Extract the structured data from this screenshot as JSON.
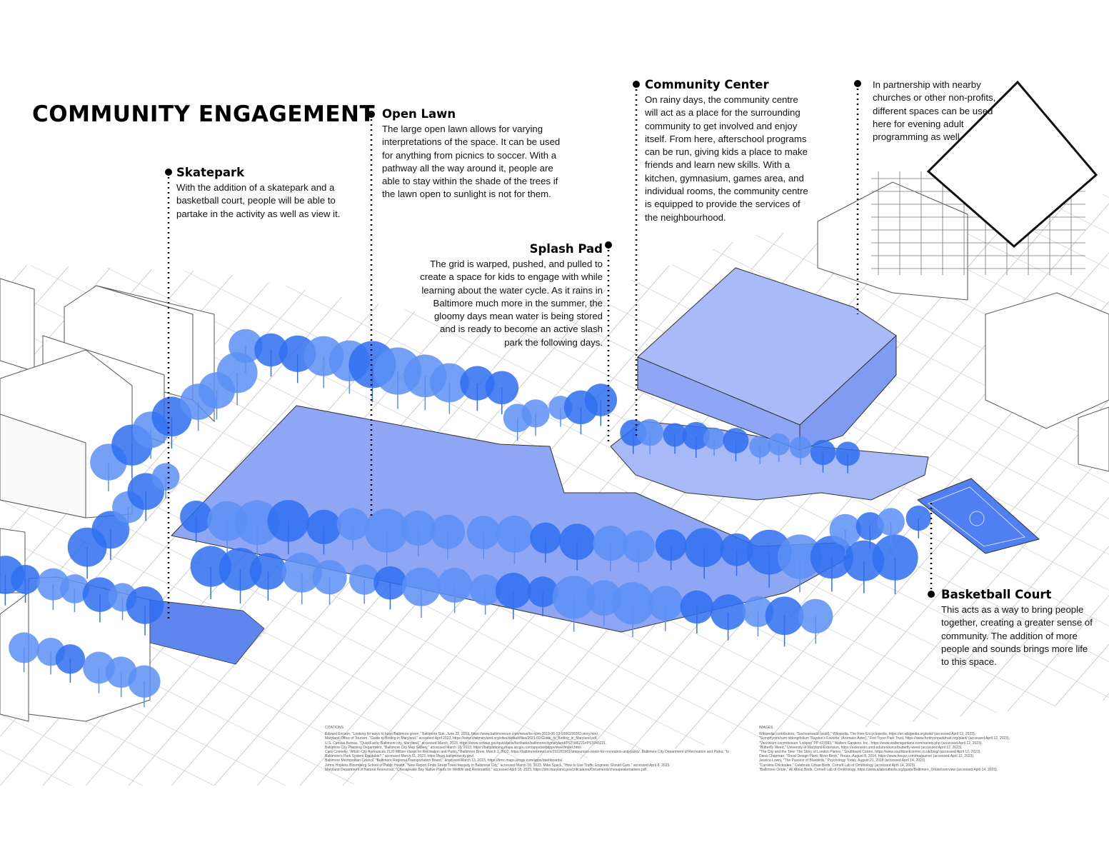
{
  "title": "COMMUNITY ENGAGEMENT",
  "callouts": {
    "skatepark": {
      "heading": "Skatepark",
      "body": "With the addition of a skatepark and a basketball court, people will be able to partake in the activity as well as view it."
    },
    "open_lawn": {
      "heading": "Open Lawn",
      "body": "The large open lawn allows for varying interpretations of the space. It can be used for anything from picnics to soccer. With a pathway all the way around it, people are able to stay within the shade of the trees if the lawn open to sunlight is not for them."
    },
    "community_center": {
      "heading": "Community Center",
      "body": "On rainy days, the community centre will act as a place for the surrounding community to get involved and enjoy itself. From here, afterschool programs can be run, giving kids a place to make friends and learn new skills. With a kitchen, gymnasium, games area, and individual rooms, the community centre is equipped to provide the services of the neighbourhood."
    },
    "partnership": {
      "body": "In partnership with nearby churches or other non-profits, different spaces can be used here for evening adult programming as well."
    },
    "splash_pad": {
      "heading": "Splash Pad",
      "body": "The grid is warped, pushed, and pulled to create a space for kids to engage with while learning about the water cycle. As it rains in Baltimore much more in the summer, the gloomy days mean water is being stored and is ready to become an active slash park the following days."
    },
    "basketball_court": {
      "heading": "Basketball Court",
      "body": "This acts as a way to bring people together, creating a greater sense of community. The addition of more people and sounds brings more life to this space."
    }
  },
  "citations": {
    "heading": "CITATIONS",
    "lines": [
      "Edward Ericson, \"Looking for ways to keep Baltimore green,\" Baltimore Sun, June 22, 2019, https://www.baltimoresun.com/news/bs-xpm-2019-06-22-0306190202-story.html.",
      "Maryland Office of Tourism, \"Guide to Birding in Maryland,\" accessed April 2023, https://www.visitmaryland.org/sites/default/files/2021-02/Guide_to_Birding_in_Maryland.pdf.",
      "U.S. Census Bureau, \"QuickFacts: Baltimore city, Maryland,\" accessed March, 2023, https://www.census.gov/quickfacts/fact/table/baltimorecitymaryland/PST045221#PST045221.",
      "Baltimore City Planning Department, \"Baltimore City Map Gallery,\" accessed March 18, 2023, https://baltplanning.maps.arcgis.com/apps/webappviewer/index.html.",
      "Cara Connelly, \"Afton: City Announces 2120 Million Vision for Recreation and Parks,\" Baltimore Brew, March 1, 2022, https://baltimorebrew.com/2022/03/01/announces-vision-for-recreation-and-parks/. Baltimore City Department of Recreation and Parks, \"Is Baltimore's Park System Equitable?,\" accessed March 11, 2023, https://bcrp.baltimorecity.gov/.",
      "Baltimore Metropolitan Council, \"Baltimore Regional Transportation Board,\" accessed March 13, 2023, https://bmc.maps.arcgis.com/apps/dashboards/.",
      "Johns Hopkins Bloomberg School of Public Health, \"New Report Finds Street Trees Inequity in Baltimore City,\" accessed March 18, 2023. Mike Spack, \"How to Use Traffic Engineer Should Care,\" accessed April 8, 2023.",
      "Maryland Department of Natural Resources, \"Chesapeake Bay Native Plants for Wildlife and Restoration,\" accessed April 18, 2023, https://dnr.maryland.gov/criticalarea/Documents/chesapeakenatives.pdf."
    ]
  },
  "images": {
    "heading": "IMAGES",
    "lines": [
      "Wikipedia contributors, \"Sachsenwald (wald),\" Wikipedia, The Free Encyclopedia, https://en.wikipedia.org/wiki/ (accessed April 12, 2023).",
      "\"Symphyotrichum oblongifolium 'Raydon's Favorite' (Aromatic Aster),\" Fort Tryon Park Trust, https://www.forttryonparktrust.org/plant/ (accessed April 12, 2023).",
      "\"Vaccinium corymbosum 'Lollipop' PP #23583,\" Walters Gardens, Inc., https://www.waltersgardens.com/variety.php (accessed April 12, 2023).",
      "\"Butterfly Weed,\" University of Maryland Extension, https://extension.umd.edu/resource/butterfly-weed (accessed April 12, 2023).",
      "\"The City and the Tree: The Story of London Planes,\" Southbank Centre, https://www.southbankcentre.co.uk/blog/ (accessed April 12, 2023).",
      "Dana Chapman, \"Great Design Plant: River Birch,\" Houzz, August 8, 2014, https://www.houzz.com/magazine/ (accessed April 12, 2023).",
      "Jessica Lowry, \"The Passion of Bluebirds,\" Psychology Today, August 21, 2018 (accessed April 14, 2023).",
      "\"Carolina Chickadee,\" Celebrate Urban Birds, Cornell Lab of Ornithology (accessed April 14, 2023).",
      "\"Baltimore Oriole,\" All About Birds, Cornell Lab of Ornithology, https://www.allaboutbirds.org/guide/Baltimore_Oriole/overview (accessed April 14, 2023)."
    ]
  },
  "colors": {
    "lawn": "#8ea6f4",
    "tree": "#2f6ef0",
    "tree_light": "#5c8ff5",
    "building_blue": "#93abf6",
    "line": "#444444"
  }
}
